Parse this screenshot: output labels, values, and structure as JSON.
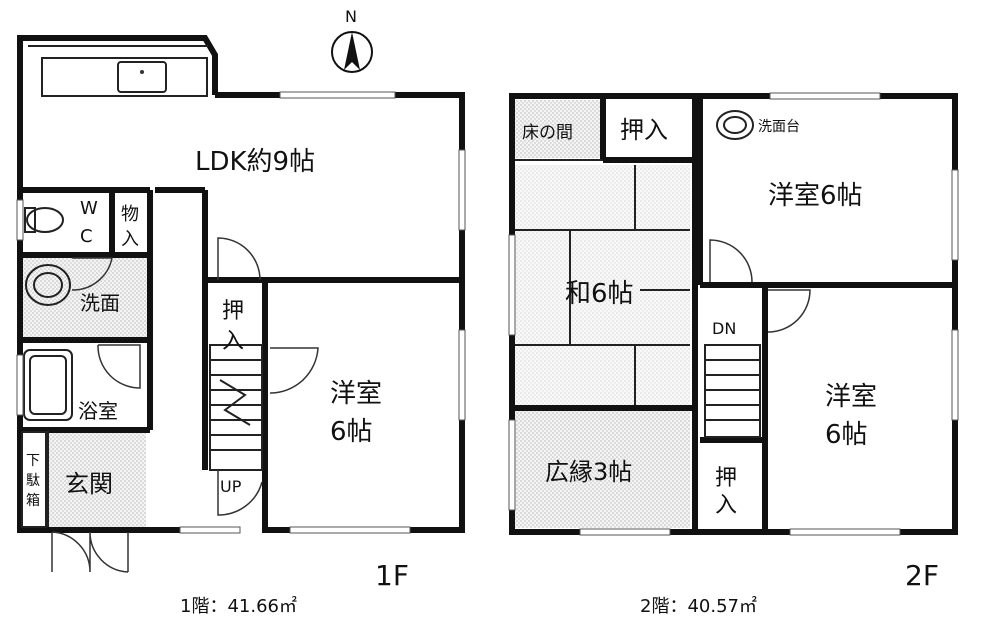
{
  "compass": {
    "north": "N"
  },
  "floor1": {
    "floor_label": "1F",
    "area": "1階：41.66㎡",
    "rooms": {
      "ldk": "LDK約9帖",
      "wc_w": "W",
      "wc_c": "C",
      "storage_1": "物",
      "storage_2": "入",
      "washroom": "洗面",
      "bathroom": "浴室",
      "closet_1": "押",
      "closet_2": "入",
      "western_1": "洋室",
      "western_2": "6帖",
      "shoe_1": "下",
      "shoe_2": "駄",
      "shoe_3": "箱",
      "entrance": "玄関",
      "stairs": "UP"
    }
  },
  "floor2": {
    "floor_label": "2F",
    "area": "2階：40.57㎡",
    "rooms": {
      "tokonoma": "床の間",
      "closet_top": "押入",
      "washstand": "洗面台",
      "western_a": "洋室6帖",
      "japanese": "和6帖",
      "stairs": "DN",
      "western_b_1": "洋室",
      "western_b_2": "6帖",
      "veranda": "広縁3帖",
      "closet_1": "押",
      "closet_2": "入"
    }
  },
  "colors": {
    "wall": "#111111",
    "tatami_fill": "#e9e9e9",
    "background": "#ffffff"
  }
}
